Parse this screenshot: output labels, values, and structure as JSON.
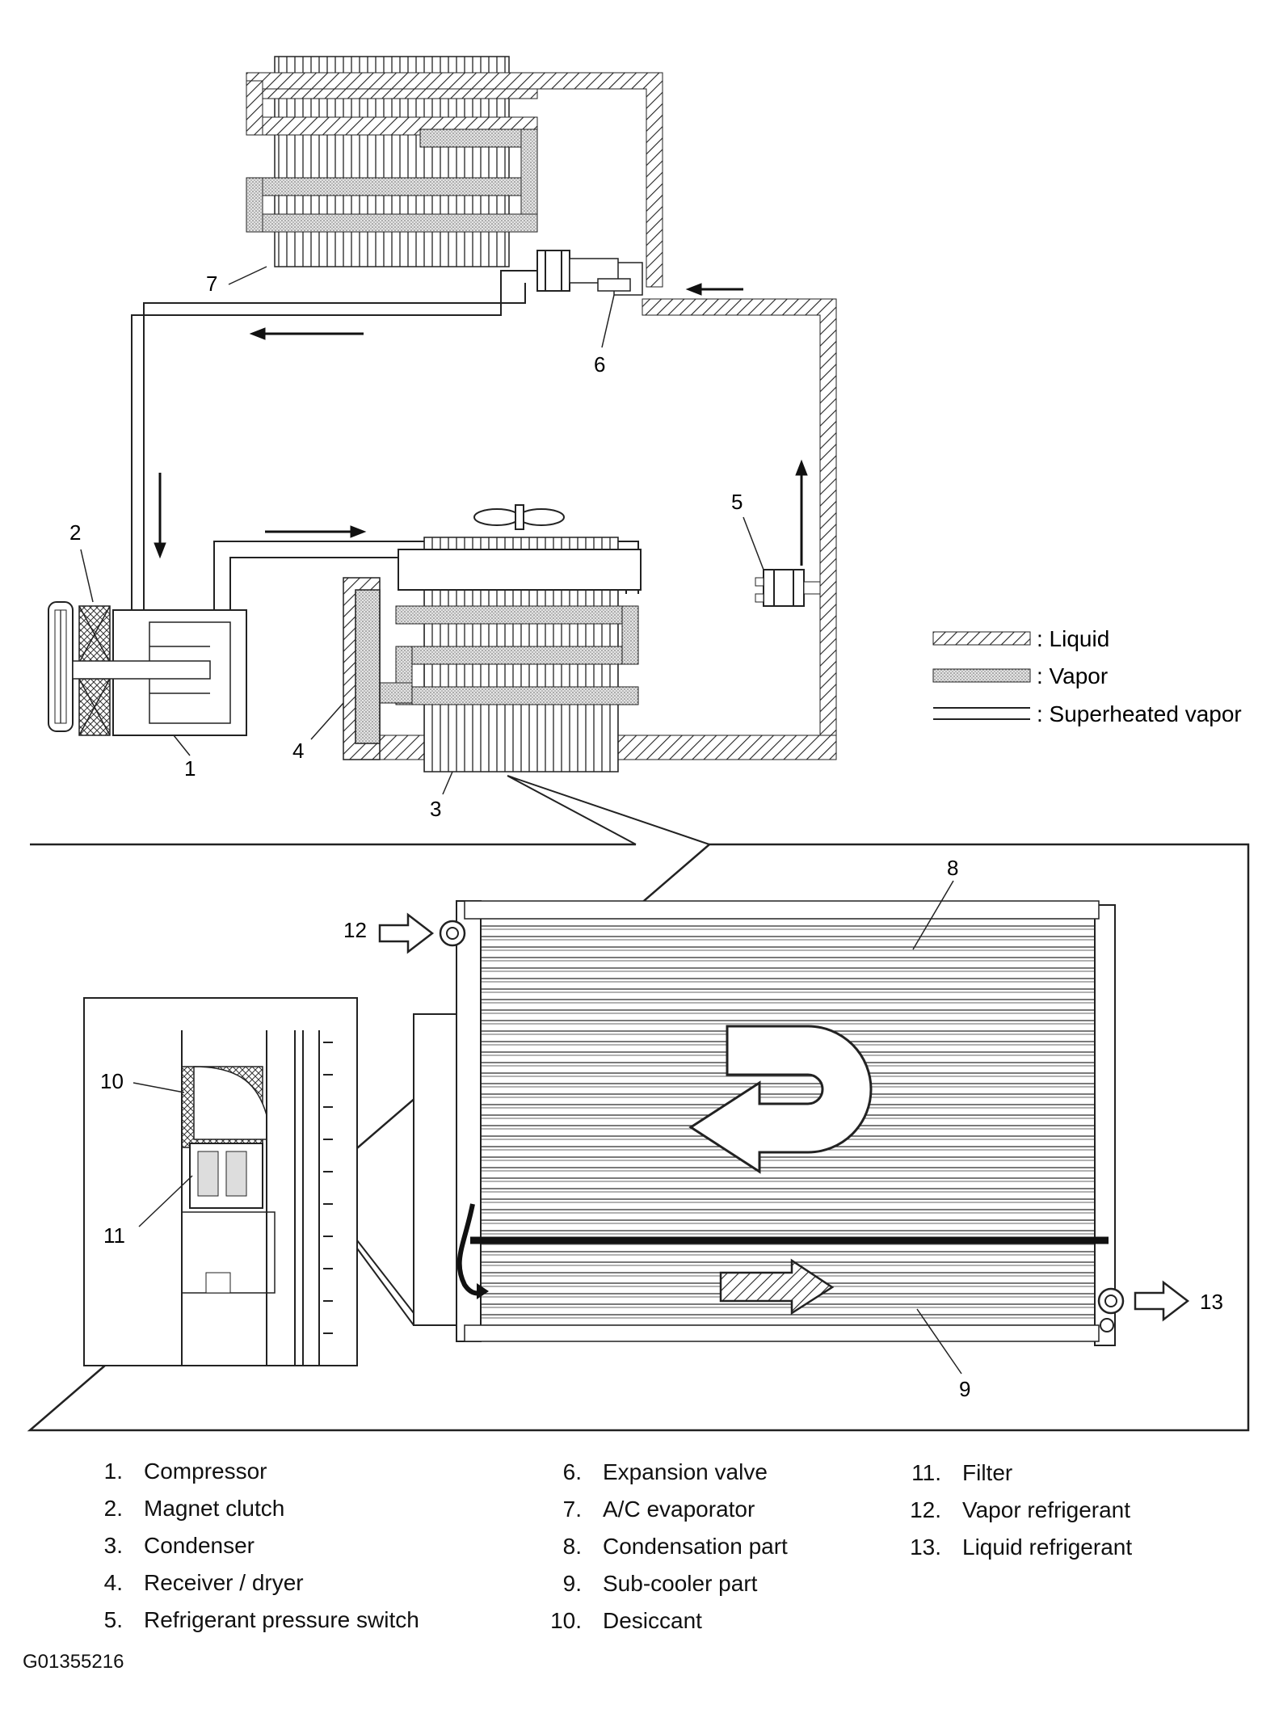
{
  "callouts": {
    "c1": "1",
    "c2": "2",
    "c3": "3",
    "c4": "4",
    "c5": "5",
    "c6": "6",
    "c7": "7",
    "c8": "8",
    "c9": "9",
    "c10": "10",
    "c11": "11",
    "c12": "12",
    "c13": "13"
  },
  "legend": {
    "liquid": ": Liquid",
    "vapor": ": Vapor",
    "superheated": ": Superheated vapor"
  },
  "parts": [
    {
      "num": "1.",
      "name": "Compressor"
    },
    {
      "num": "2.",
      "name": "Magnet clutch"
    },
    {
      "num": "3.",
      "name": "Condenser"
    },
    {
      "num": "4.",
      "name": "Receiver / dryer"
    },
    {
      "num": "5.",
      "name": "Refrigerant pressure switch"
    },
    {
      "num": "6.",
      "name": "Expansion valve"
    },
    {
      "num": "7.",
      "name": "A/C evaporator"
    },
    {
      "num": "8.",
      "name": "Condensation part"
    },
    {
      "num": "9.",
      "name": "Sub-cooler part"
    },
    {
      "num": "10.",
      "name": "Desiccant"
    },
    {
      "num": "11.",
      "name": "Filter"
    },
    {
      "num": "12.",
      "name": "Vapor refrigerant"
    },
    {
      "num": "13.",
      "name": "Liquid refrigerant"
    }
  ],
  "figure_id": "G01355216"
}
